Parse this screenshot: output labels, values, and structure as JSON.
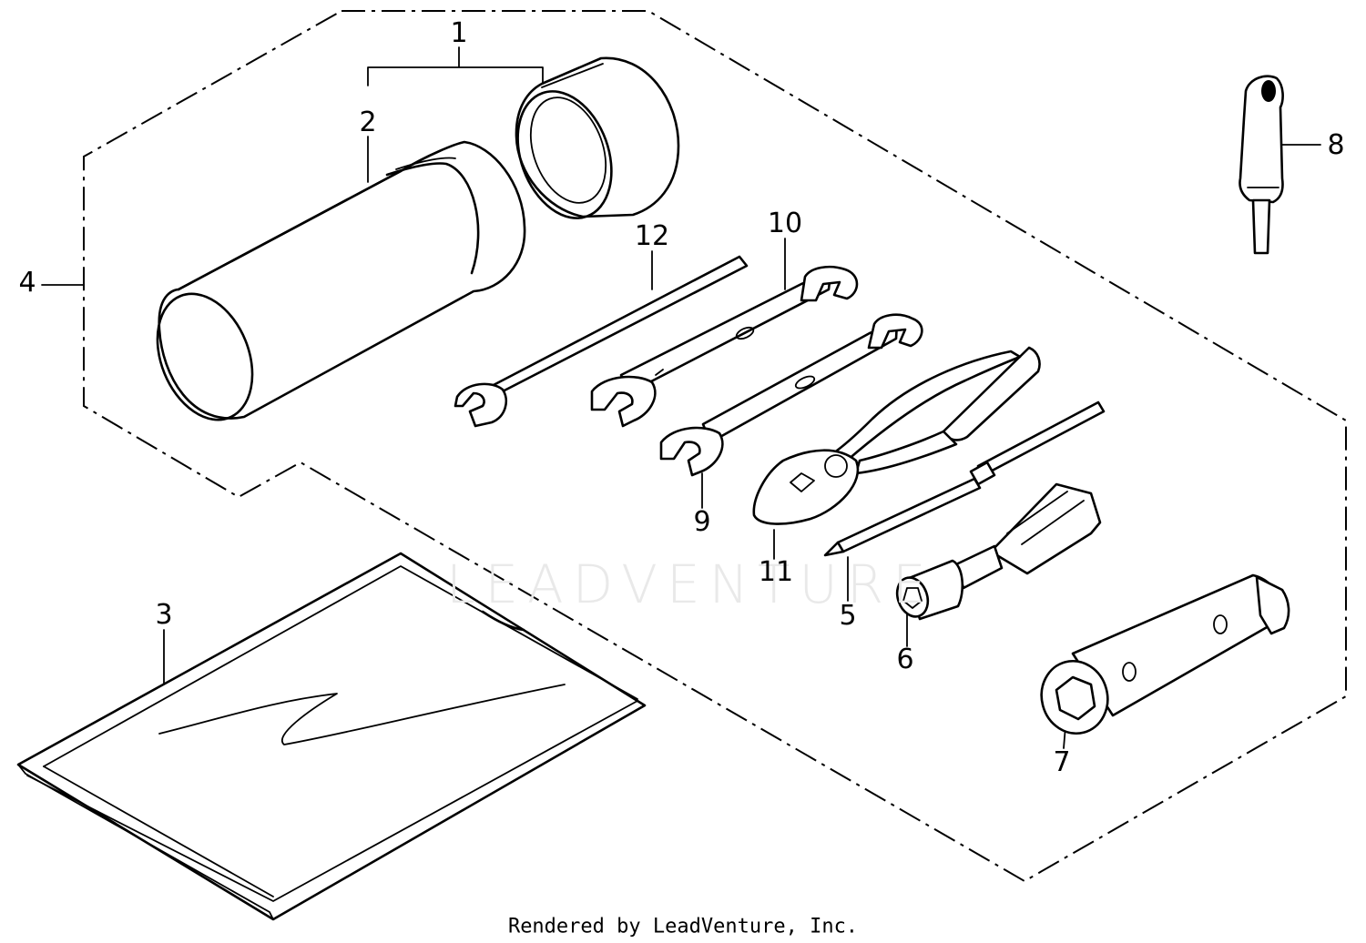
{
  "diagram": {
    "callouts": [
      {
        "id": "1",
        "label": "1"
      },
      {
        "id": "2",
        "label": "2"
      },
      {
        "id": "3",
        "label": "3"
      },
      {
        "id": "4",
        "label": "4"
      },
      {
        "id": "5",
        "label": "5"
      },
      {
        "id": "6",
        "label": "6"
      },
      {
        "id": "7",
        "label": "7"
      },
      {
        "id": "8",
        "label": "8"
      },
      {
        "id": "9",
        "label": "9"
      },
      {
        "id": "10",
        "label": "10"
      },
      {
        "id": "11",
        "label": "11"
      },
      {
        "id": "12",
        "label": "12"
      }
    ],
    "watermark": "LEADVENTURE",
    "credit": "Rendered by LeadVenture, Inc."
  }
}
